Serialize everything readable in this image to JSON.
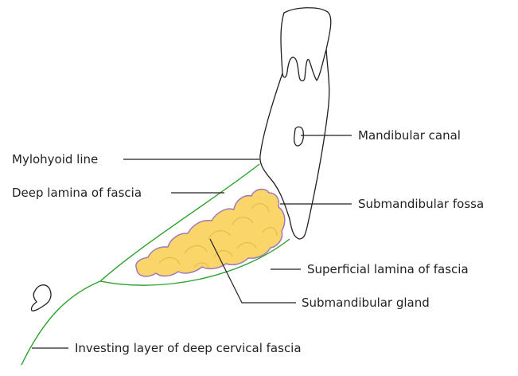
{
  "labels": {
    "mandibular_canal": "Mandibular canal",
    "mylohyoid_line": "Mylohyoid line",
    "deep_lamina": "Deep lamina of fascia",
    "submandibular_fossa": "Submandibular fossa",
    "superficial_lamina": "Superficial lamina of fascia",
    "submandibular_gland": "Submandibular gland",
    "investing_layer": "Investing layer of deep cervical fascia"
  },
  "colors": {
    "outline": "#231f20",
    "fascia": "#2ca02c",
    "gland_fill": "#f9d56a",
    "gland_edge": "#a07ab8",
    "background": "#ffffff"
  }
}
